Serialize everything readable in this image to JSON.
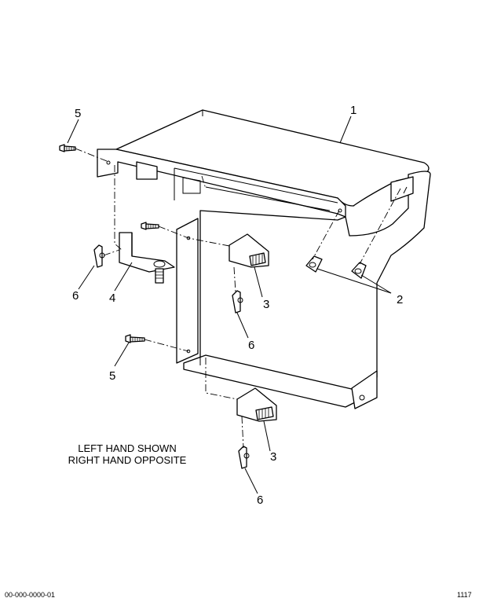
{
  "callouts": {
    "c1": "1",
    "c2": "2",
    "c3a": "3",
    "c3b": "3",
    "c4": "4",
    "c5a": "5",
    "c5b": "5",
    "c6a": "6",
    "c6b": "6",
    "c6c": "6"
  },
  "note": {
    "line1": "LEFT HAND SHOWN",
    "line2": "RIGHT HAND OPPOSITE"
  },
  "footer": {
    "left": "00-000-0000-01",
    "right": "1117"
  }
}
